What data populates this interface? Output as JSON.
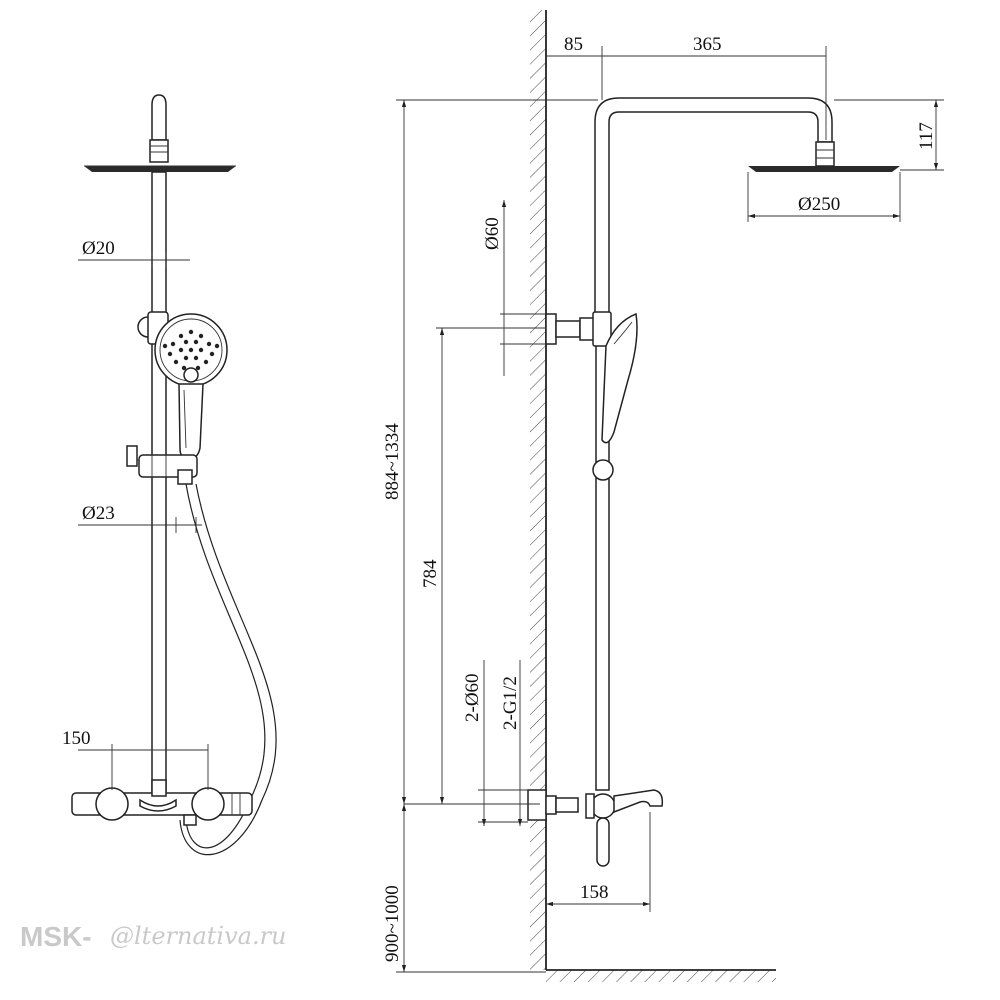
{
  "dimensions": {
    "left_view": {
      "pipe_diameter": "Ø20",
      "hose_diameter": "Ø23",
      "mixer_spacing": "150"
    },
    "side_view": {
      "wall_offset": "85",
      "arm_length": "365",
      "head_drop": "117",
      "head_diameter": "Ø250",
      "bracket_diameter": "Ø60",
      "total_height": "884~1334",
      "bracket_height": "784",
      "flange_count": "2-Ø60",
      "thread": "2-G1/2",
      "spout_reach": "158",
      "mount_height": "900~1000"
    }
  },
  "watermark": {
    "brand": "MSK-",
    "script": "@lternativa.ru"
  }
}
